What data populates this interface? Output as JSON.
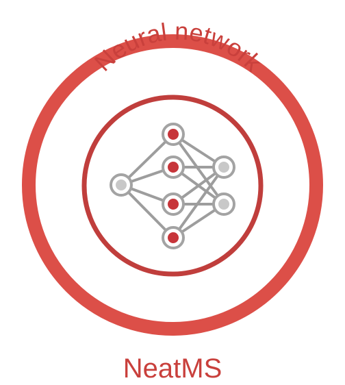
{
  "logo": {
    "arc_label": "Neural network",
    "brand_name": "NeatMS"
  },
  "colors": {
    "outer_ring": "#dc4f48",
    "inner_ring": "#c03e3c",
    "text": "#c9403c",
    "node_outline": "#a3a3a3",
    "edge": "#9d9d9d",
    "active_node_fill": "#c7353a",
    "idle_node_fill": "#c8c8c8",
    "background": "#ffffff"
  },
  "network": {
    "layers": [
      {
        "name": "input",
        "nodes": [
          {
            "state": "idle"
          }
        ]
      },
      {
        "name": "hidden",
        "nodes": [
          {
            "state": "active"
          },
          {
            "state": "active"
          },
          {
            "state": "active"
          },
          {
            "state": "active"
          }
        ]
      },
      {
        "name": "output",
        "nodes": [
          {
            "state": "idle"
          },
          {
            "state": "idle"
          }
        ]
      }
    ]
  }
}
